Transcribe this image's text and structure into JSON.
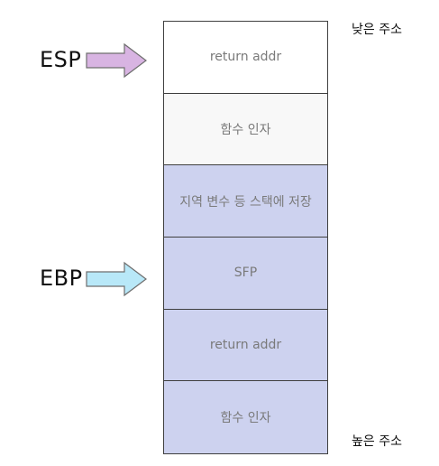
{
  "pointers": {
    "esp": {
      "label": "ESP",
      "color": "#d8b4e2"
    },
    "ebp": {
      "label": "EBP",
      "color": "#b8e8f8"
    }
  },
  "address": {
    "low": "낮은 주소",
    "high": "높은 주소"
  },
  "stack_cells": [
    {
      "label": "return addr",
      "fill": "#ffffff"
    },
    {
      "label": "함수 인자",
      "fill": "#f8f8f8"
    },
    {
      "label": "지역 변수 등 스택에 저장",
      "fill": "#cdd2ef"
    },
    {
      "label": "SFP",
      "fill": "#cdd2ef"
    },
    {
      "label": "return addr",
      "fill": "#cdd2ef"
    },
    {
      "label": "함수 인자",
      "fill": "#cdd2ef"
    }
  ]
}
